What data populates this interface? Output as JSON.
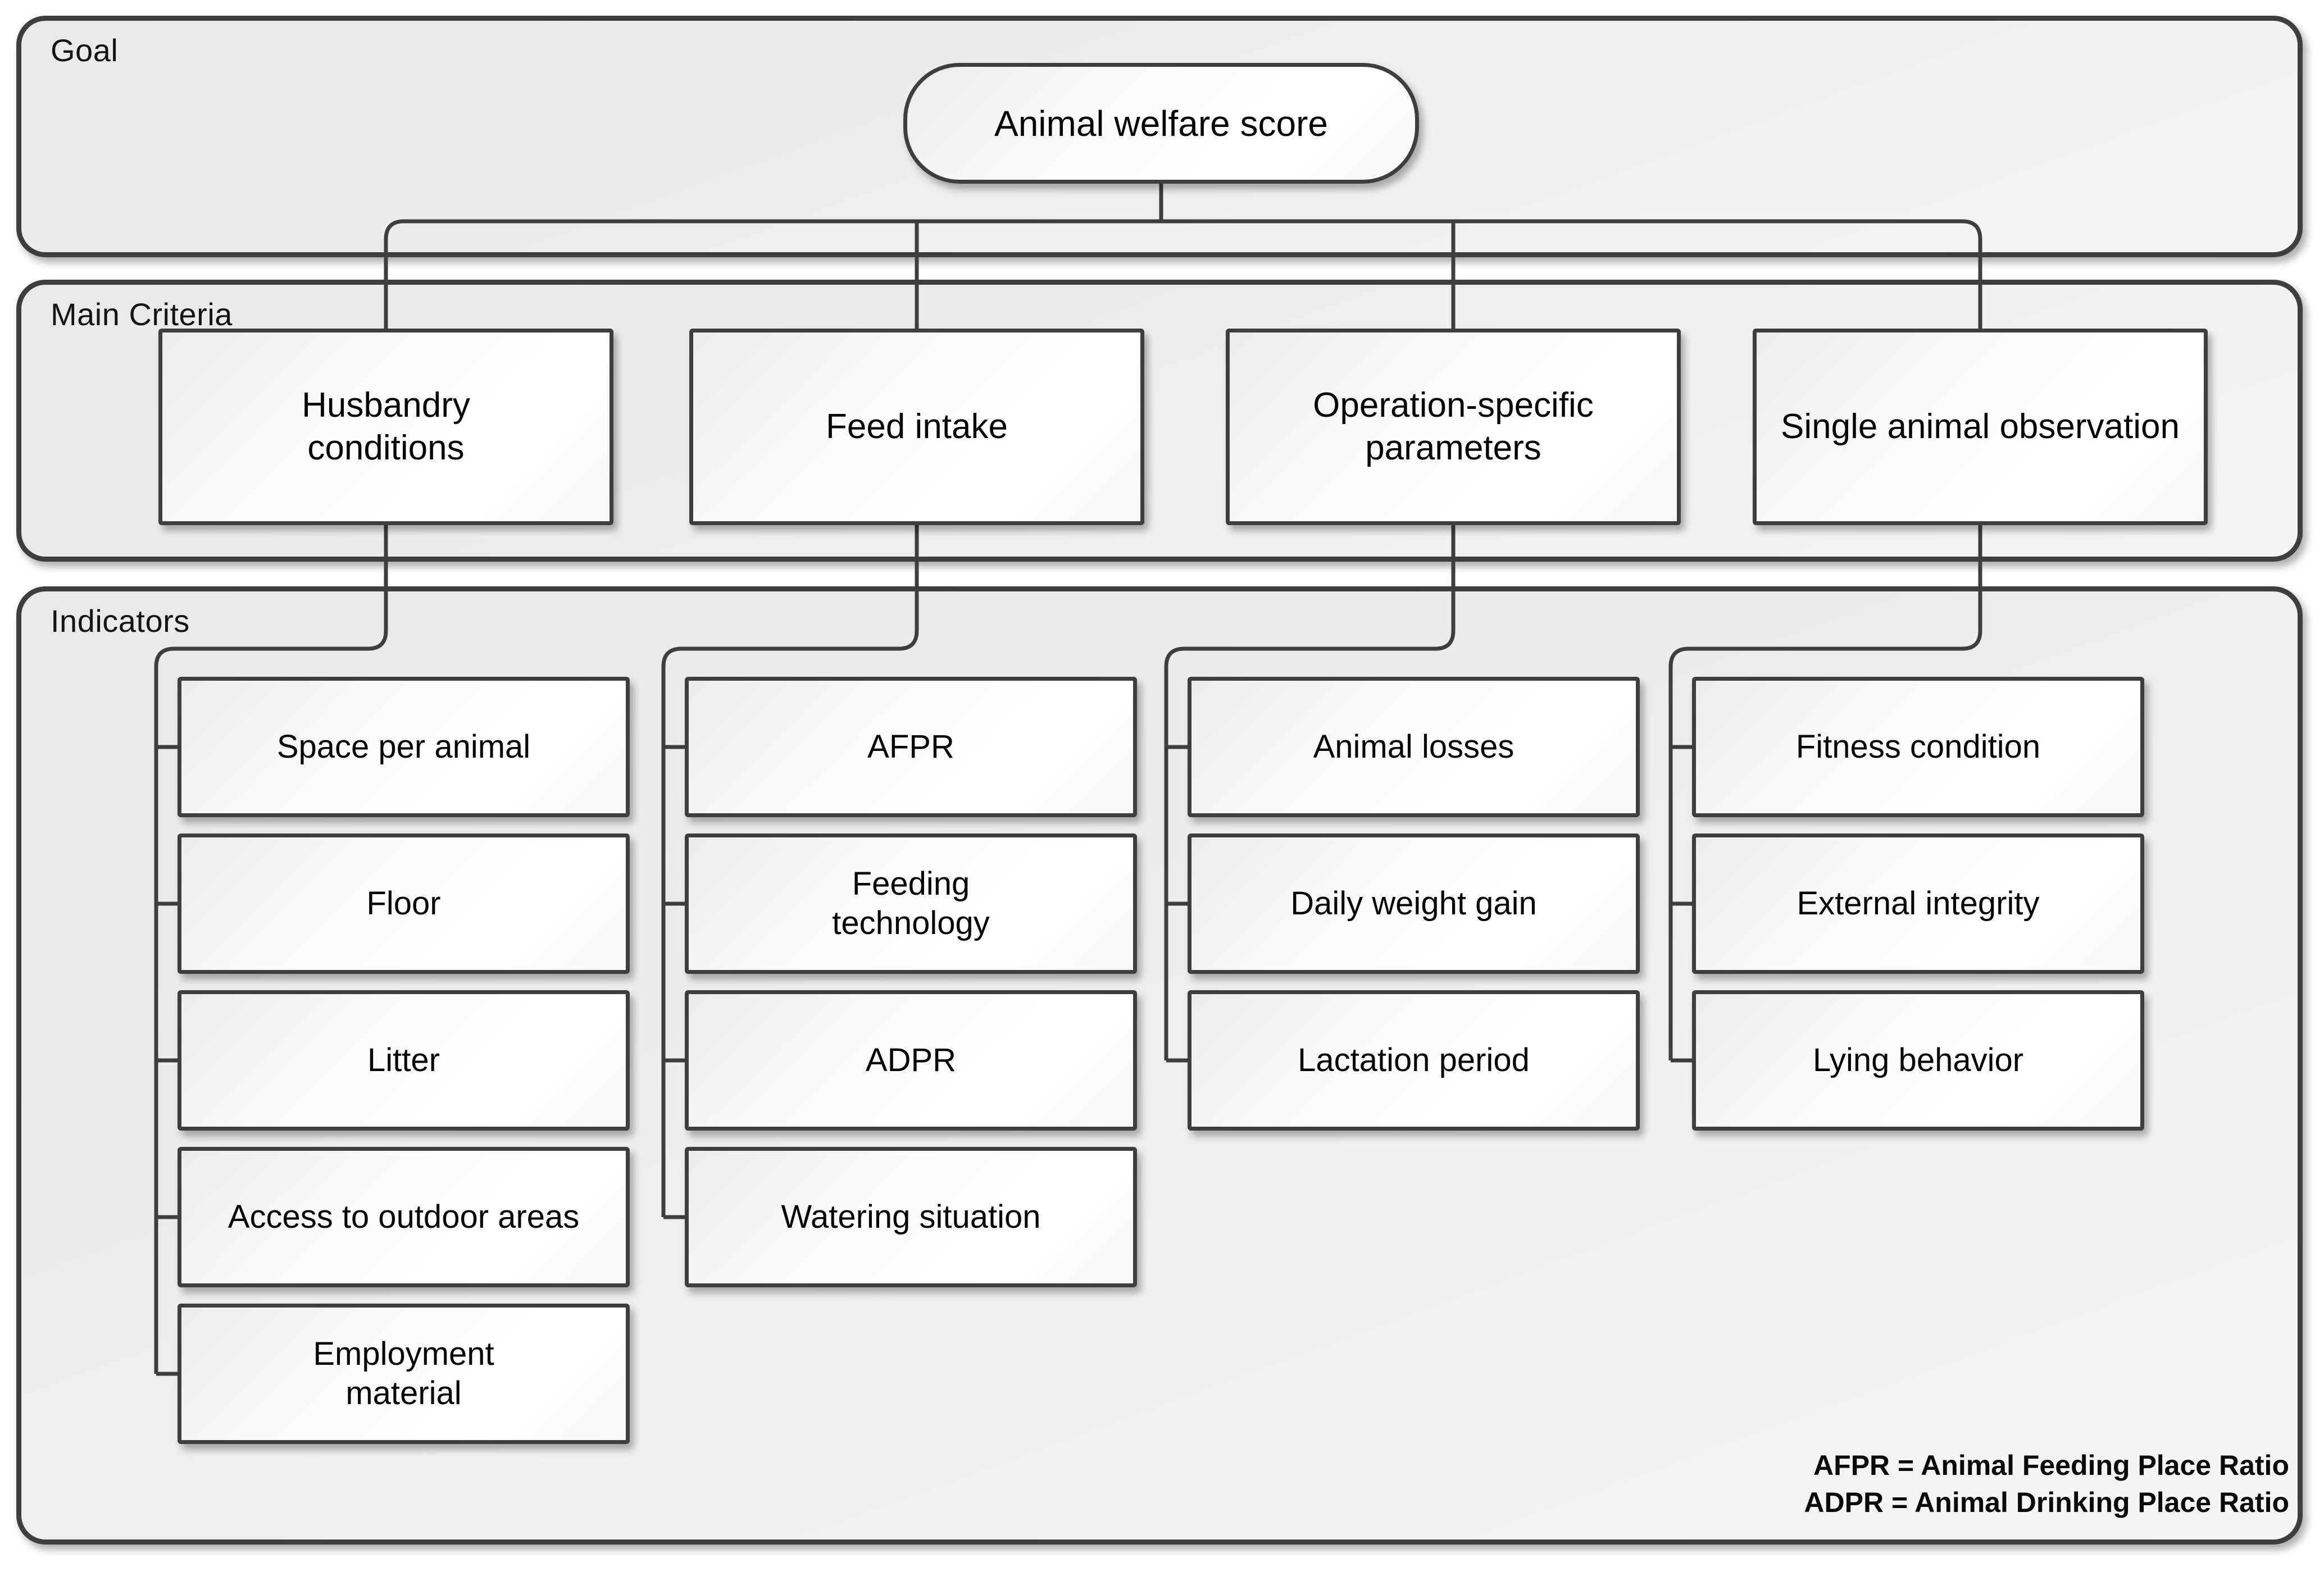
{
  "goal": {
    "section_label": "Goal",
    "node_label": "Animal welfare score"
  },
  "main_criteria": {
    "section_label": "Main Criteria",
    "nodes": [
      {
        "label": "Husbandry conditions"
      },
      {
        "label": "Feed intake"
      },
      {
        "label": "Operation-specific parameters"
      },
      {
        "label": "Single animal observation"
      }
    ]
  },
  "indicators": {
    "section_label": "Indicators",
    "columns": [
      {
        "parent": "Husbandry conditions",
        "items": [
          "Space per animal",
          "Floor",
          "Litter",
          "Access to outdoor areas",
          "Employment material"
        ]
      },
      {
        "parent": "Feed intake",
        "items": [
          "AFPR",
          "Feeding technology",
          "ADPR",
          "Watering situation"
        ]
      },
      {
        "parent": "Operation-specific parameters",
        "items": [
          "Animal losses",
          "Daily weight gain",
          "Lactation period"
        ]
      },
      {
        "parent": "Single animal observation",
        "items": [
          "Fitness condition",
          "External integrity",
          "Lying behavior"
        ]
      }
    ],
    "legend": [
      "AFPR = Animal Feeding Place Ratio",
      "ADPR = Animal Drinking Place Ratio"
    ]
  },
  "colors": {
    "border": "#3e3e3e",
    "connector": "#3e3e3e",
    "text": "#050505",
    "section_background": "#ececec",
    "box_background": "#ffffff",
    "page_background": "#ffffff"
  }
}
